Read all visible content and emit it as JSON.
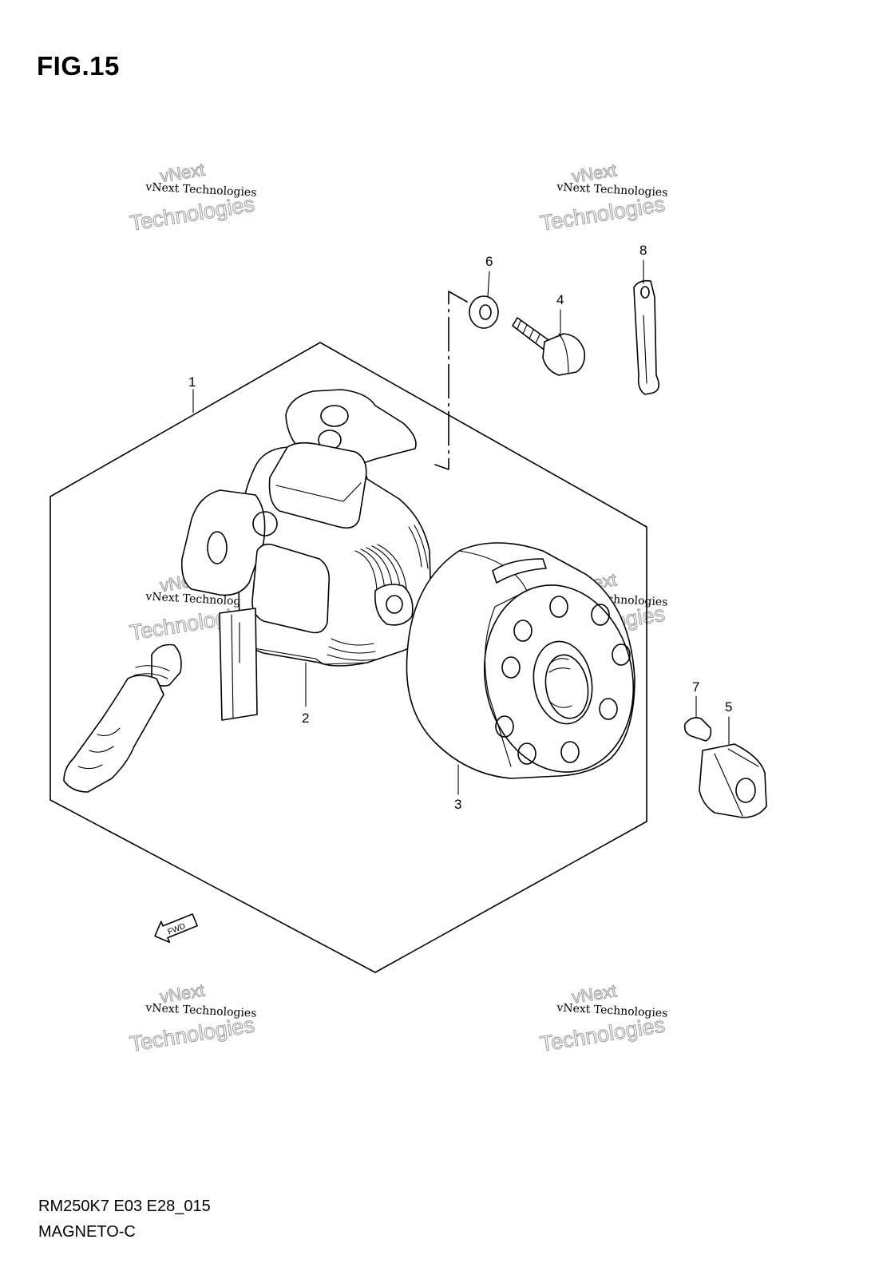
{
  "figure": {
    "title": "FIG.15"
  },
  "footer": {
    "model_code": "RM250K7 E03 E28_015",
    "section_name": "MAGNETO-C"
  },
  "callouts": {
    "part_1": "1",
    "part_2": "2",
    "part_3": "3",
    "part_4": "4",
    "part_5": "5",
    "part_6": "6",
    "part_7": "7",
    "part_8": "8"
  },
  "direction_arrow": {
    "label": "FWD"
  },
  "watermark": {
    "small_text": "vNext Technologies",
    "large_line_1": "vNext",
    "large_line_2": "Technologies"
  }
}
